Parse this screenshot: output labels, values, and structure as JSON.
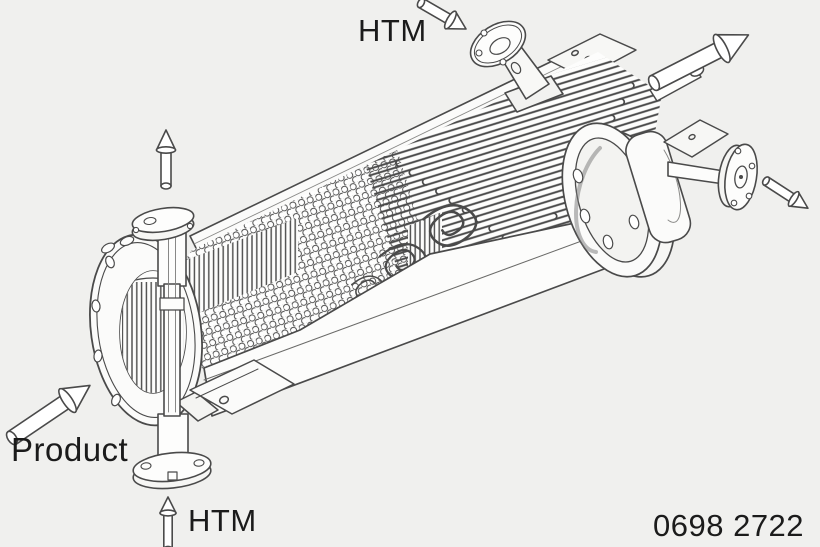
{
  "figure": {
    "type": "technical-line-drawing",
    "subject": "shell-and-tube heat exchanger cutaway",
    "background_color": "#f0f0ee",
    "line_color": "#4a4a4a",
    "text_color": "#1b1b1b",
    "labels": {
      "htm_top": "HTM",
      "htm_bottom": "HTM",
      "product": "Product",
      "figure_number": "0698 2722"
    },
    "arrows": [
      {
        "name": "htm-top-inlet-arrow",
        "direction": "down-right",
        "points_to": "top shell nozzle flange"
      },
      {
        "name": "top-right-outlet-arrow",
        "direction": "up-right",
        "points_to": "away from rear tube stub"
      },
      {
        "name": "rear-nozzle-outlet-arrow",
        "direction": "down-right",
        "points_to": "away from rear axial flange"
      },
      {
        "name": "head-vent-arrow",
        "direction": "up",
        "points_to": "away from top head flange"
      },
      {
        "name": "product-arrow",
        "direction": "up-right",
        "points_to": "front head"
      },
      {
        "name": "htm-bottom-inlet-arrow",
        "direction": "up",
        "points_to": "bottom head flange"
      }
    ]
  }
}
